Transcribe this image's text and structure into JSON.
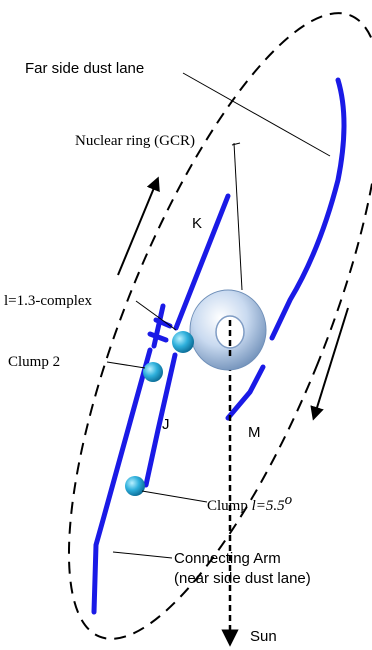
{
  "labels": {
    "far_side_dust_lane": "Far side dust lane",
    "nuclear_ring": "Nuclear ring (GCR)",
    "arm_k": "K",
    "complex_13": "l=1.3-complex",
    "clump_2": "Clump 2",
    "arm_j": "J",
    "arm_m": "M",
    "clump_55_prefix": "Clump ",
    "clump_55_value": "l=5.5",
    "clump_55_degree": "o",
    "connecting_arm_line1": "Connecting Arm",
    "connecting_arm_line2": "(near side dust lane)",
    "sun": "Sun"
  },
  "colors": {
    "arm": "#1a1ae6",
    "ring": "#a9c3e6",
    "clump": "#29a6d6",
    "outline": "#000000"
  }
}
